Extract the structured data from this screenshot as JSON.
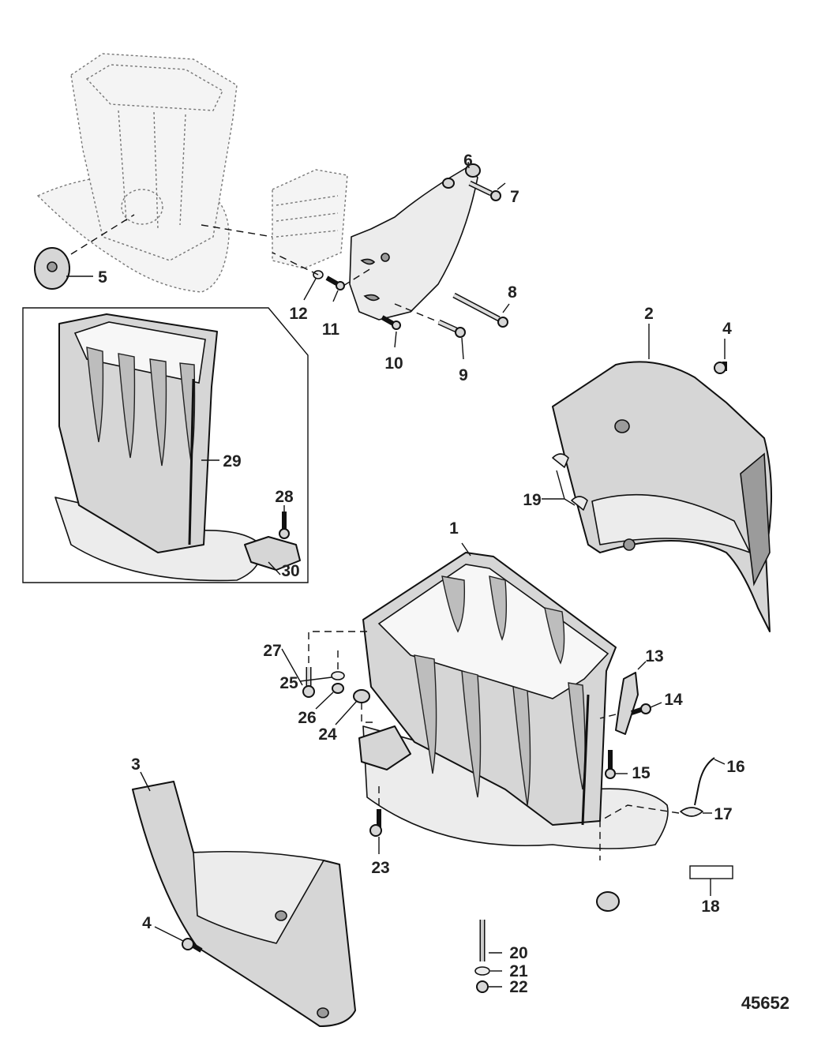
{
  "diagram": {
    "figure_number": "45652",
    "callouts": {
      "c1": "1",
      "c2": "2",
      "c3": "3",
      "c4a": "4",
      "c4b": "4",
      "c5": "5",
      "c6": "6",
      "c7": "7",
      "c8": "8",
      "c9": "9",
      "c10": "10",
      "c11": "11",
      "c12": "12",
      "c13": "13",
      "c14": "14",
      "c15": "15",
      "c16": "16",
      "c17": "17",
      "c18": "18",
      "c19": "19",
      "c20": "20",
      "c21": "21",
      "c22": "22",
      "c23": "23",
      "c24": "24",
      "c25": "25",
      "c26": "26",
      "c27": "27",
      "c28": "28",
      "c29": "29",
      "c30": "30"
    }
  }
}
